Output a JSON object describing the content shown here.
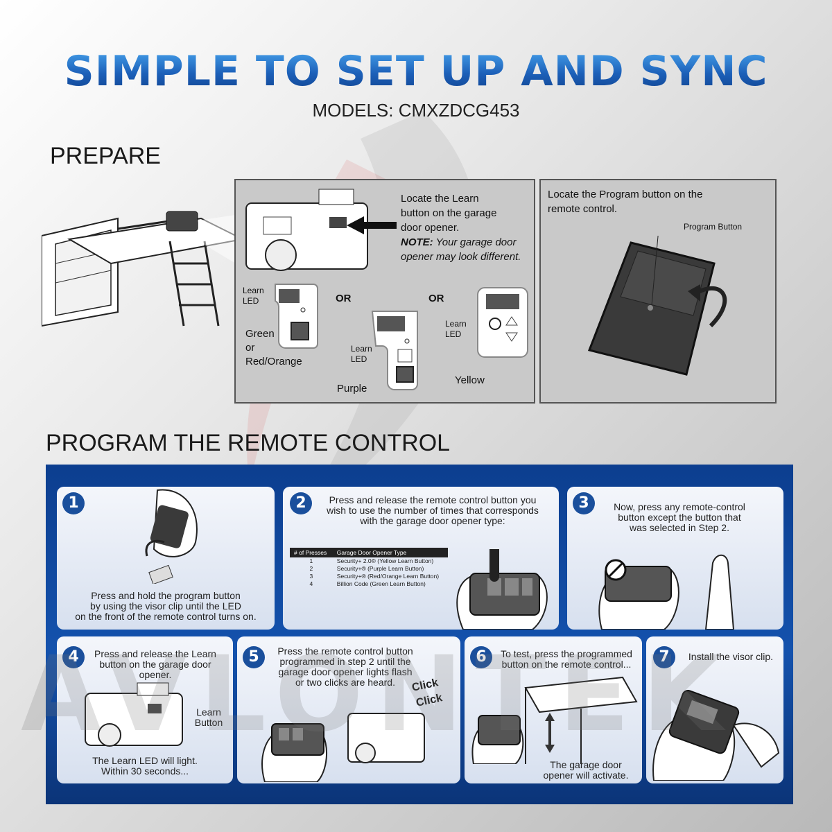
{
  "header": {
    "title": "SIMPLE TO SET UP AND SYNC",
    "models": "MODELS: CMXZDCG453"
  },
  "prepare": {
    "heading": "PREPARE",
    "opener_panel": {
      "locate_line1": "Locate the Learn",
      "locate_line2": "button on the garage",
      "locate_line3": "door opener.",
      "note_label": "NOTE:",
      "note_text1": " Your garage door",
      "note_text2": "opener may look different.",
      "or1": "OR",
      "or2": "OR",
      "learn_led_a1": "Learn",
      "learn_led_a2": "LED",
      "learn_led_b1": "Learn",
      "learn_led_b2": "LED",
      "learn_led_c1": "Learn",
      "learn_led_c2": "LED",
      "green1": "Green",
      "green2": "or",
      "green3": "Red/Orange",
      "purple": "Purple",
      "yellow": "Yellow"
    },
    "remote_panel": {
      "locate_line1": "Locate the Program button on the",
      "locate_line2": "remote control.",
      "program_button": "Program Button"
    }
  },
  "program": {
    "heading": "PROGRAM THE REMOTE CONTROL",
    "steps": [
      {
        "num": "1",
        "text1": "Press and hold the program button",
        "text2": "by using the visor clip until the LED",
        "text3": "on the front of the remote control turns on."
      },
      {
        "num": "2",
        "text1": "Press and release the remote control button you",
        "text2": "wish to use the number of times that corresponds",
        "text3": "with the garage door opener type:"
      },
      {
        "num": "3",
        "text1": "Now, press any remote-control",
        "text2": "button except the button that",
        "text3": "was selected in Step 2."
      },
      {
        "num": "4",
        "text1": "Press and release the Learn",
        "text2": "button on the garage door",
        "text3": "opener.",
        "learn1": "Learn",
        "learn2": "Button",
        "bottom1": "The Learn LED will light.",
        "bottom2": "Within 30 seconds..."
      },
      {
        "num": "5",
        "text1": "Press the remote control button",
        "text2": "programmed in step 2 until the",
        "text3": "garage door opener lights flash",
        "text4": "or two clicks are heard.",
        "click1": "Click",
        "click2": "Click"
      },
      {
        "num": "6",
        "text1": "To test, press the programmed",
        "text2": "button on the remote control...",
        "bottom1": "The garage door",
        "bottom2": "opener will activate."
      },
      {
        "num": "7",
        "text1": "Install the visor clip."
      }
    ],
    "table": {
      "headers": [
        "# of Presses",
        "Garage Door Opener Type"
      ],
      "rows": [
        [
          "1",
          "Security+ 2.0® (Yellow Learn Button)"
        ],
        [
          "2",
          "Security+® (Purple Learn Button)"
        ],
        [
          "3",
          "Security+® (Red/Orange Learn Button)"
        ],
        [
          "4",
          "Billion Code (Green Learn Button)"
        ]
      ]
    }
  },
  "watermark": "AVLONTEK",
  "colors": {
    "title_blue": "#1c5fb8",
    "step_number": "#1a4f9c",
    "program_area": "#1452ad"
  }
}
